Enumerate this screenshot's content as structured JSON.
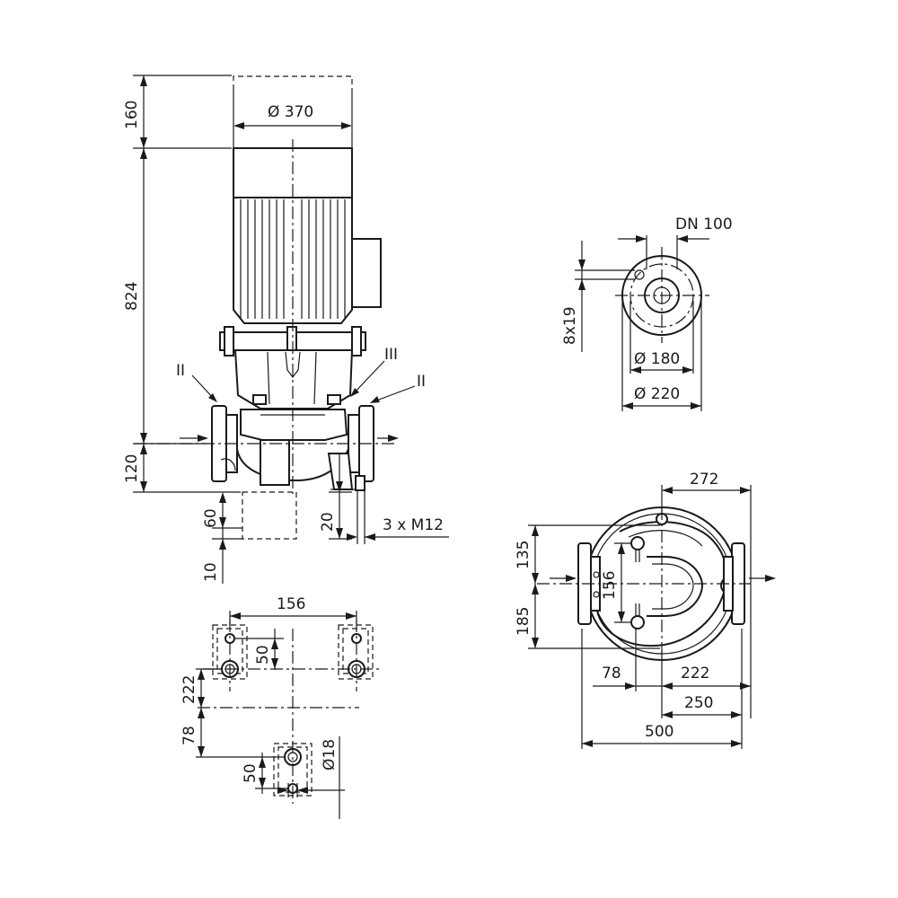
{
  "diagram": {
    "side_view": {
      "motor_diameter": "Ø 370",
      "height_clearance": "160",
      "height_motor": "824",
      "height_lower": "120",
      "foot_depth": "60",
      "foot_offset": "10",
      "foot_step": "20",
      "screws": "3 x M12",
      "label_left": "II",
      "label_mid": "III",
      "label_right": "II"
    },
    "flange_view": {
      "nominal_size": "DN 100",
      "holes": "8x19",
      "pitch_diameter": "Ø 180",
      "outer_diameter": "Ø 220"
    },
    "top_view": {
      "half_width_right": "272",
      "upper": "135",
      "lower": "185",
      "bolt_spacing": "156",
      "offset_left": "78",
      "offset_right": "222",
      "half_width": "250",
      "total_width": "500"
    },
    "base_plan": {
      "spacing": "156",
      "y50_top": "50",
      "y222": "222",
      "y78": "78",
      "y50_bottom": "50",
      "hole_diameter": "Ø18"
    }
  }
}
